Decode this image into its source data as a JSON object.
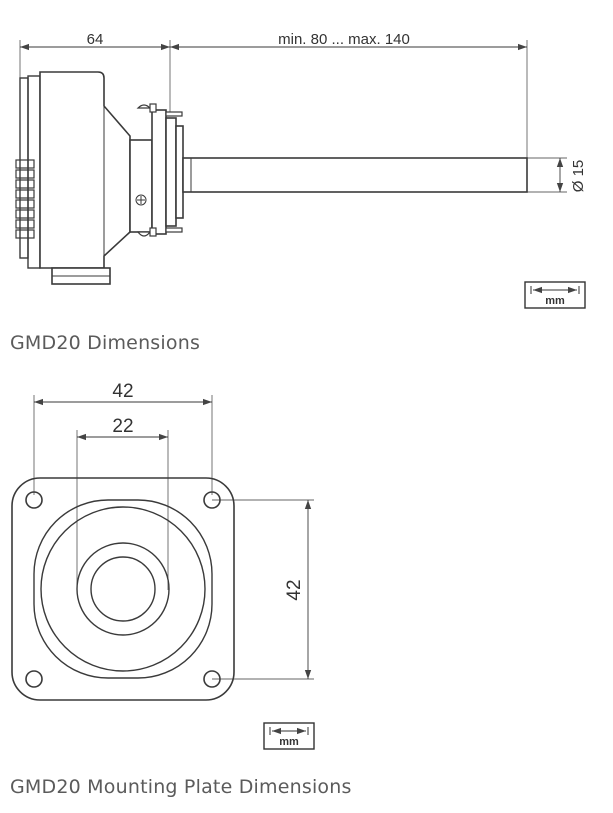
{
  "side_view": {
    "dim_housing": "64",
    "dim_probe_length": "min. 80 ... max. 140",
    "dim_probe_diameter": "Ø 15",
    "unit_box": "mm",
    "caption": "GMD20 Dimensions"
  },
  "plate_view": {
    "dim_plate_width": "42",
    "dim_inner_width": "22",
    "dim_plate_height": "42",
    "unit_box": "mm",
    "caption": "GMD20 Mounting Plate Dimensions"
  }
}
